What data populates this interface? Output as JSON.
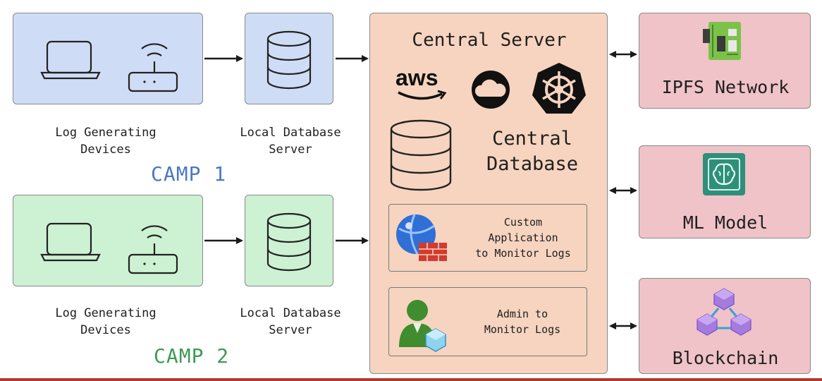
{
  "camp1": {
    "label": "CAMP 1",
    "color": "#4a78c8",
    "devices_label": "Log Generating\nDevices",
    "db_label": "Local Database\nServer"
  },
  "camp2": {
    "label": "CAMP 2",
    "color": "#3e9a56",
    "devices_label": "Log Generating\nDevices",
    "db_label": "Local Database\nServer"
  },
  "central": {
    "title": "Central Server",
    "aws_text": "aws",
    "db_label": "Central\nDatabase",
    "custom_app_label": "Custom\nApplication\nto Monitor Logs",
    "admin_label": "Admin to\nMonitor Logs"
  },
  "right": {
    "ipfs_label": "IPFS Network",
    "ml_label": "ML Model",
    "blockchain_label": "Blockchain"
  },
  "icons": {
    "device": "laptop-icon",
    "router": "router-icon",
    "database": "database-icon",
    "cloud": "cloud-icon",
    "kubernetes": "kubernetes-icon",
    "firewall": "firewall-globe-icon",
    "admin": "admin-user-icon",
    "ipfs": "circuit-board-icon",
    "ml": "brain-chip-icon",
    "blockchain": "blockchain-cubes-icon"
  },
  "colors": {
    "camp1_fill": "#cfdcf6",
    "camp2_fill": "#cdf1d3",
    "central_fill": "#f6d4bf",
    "service_fill": "#efc3c7",
    "footer": "#b03a2e"
  }
}
